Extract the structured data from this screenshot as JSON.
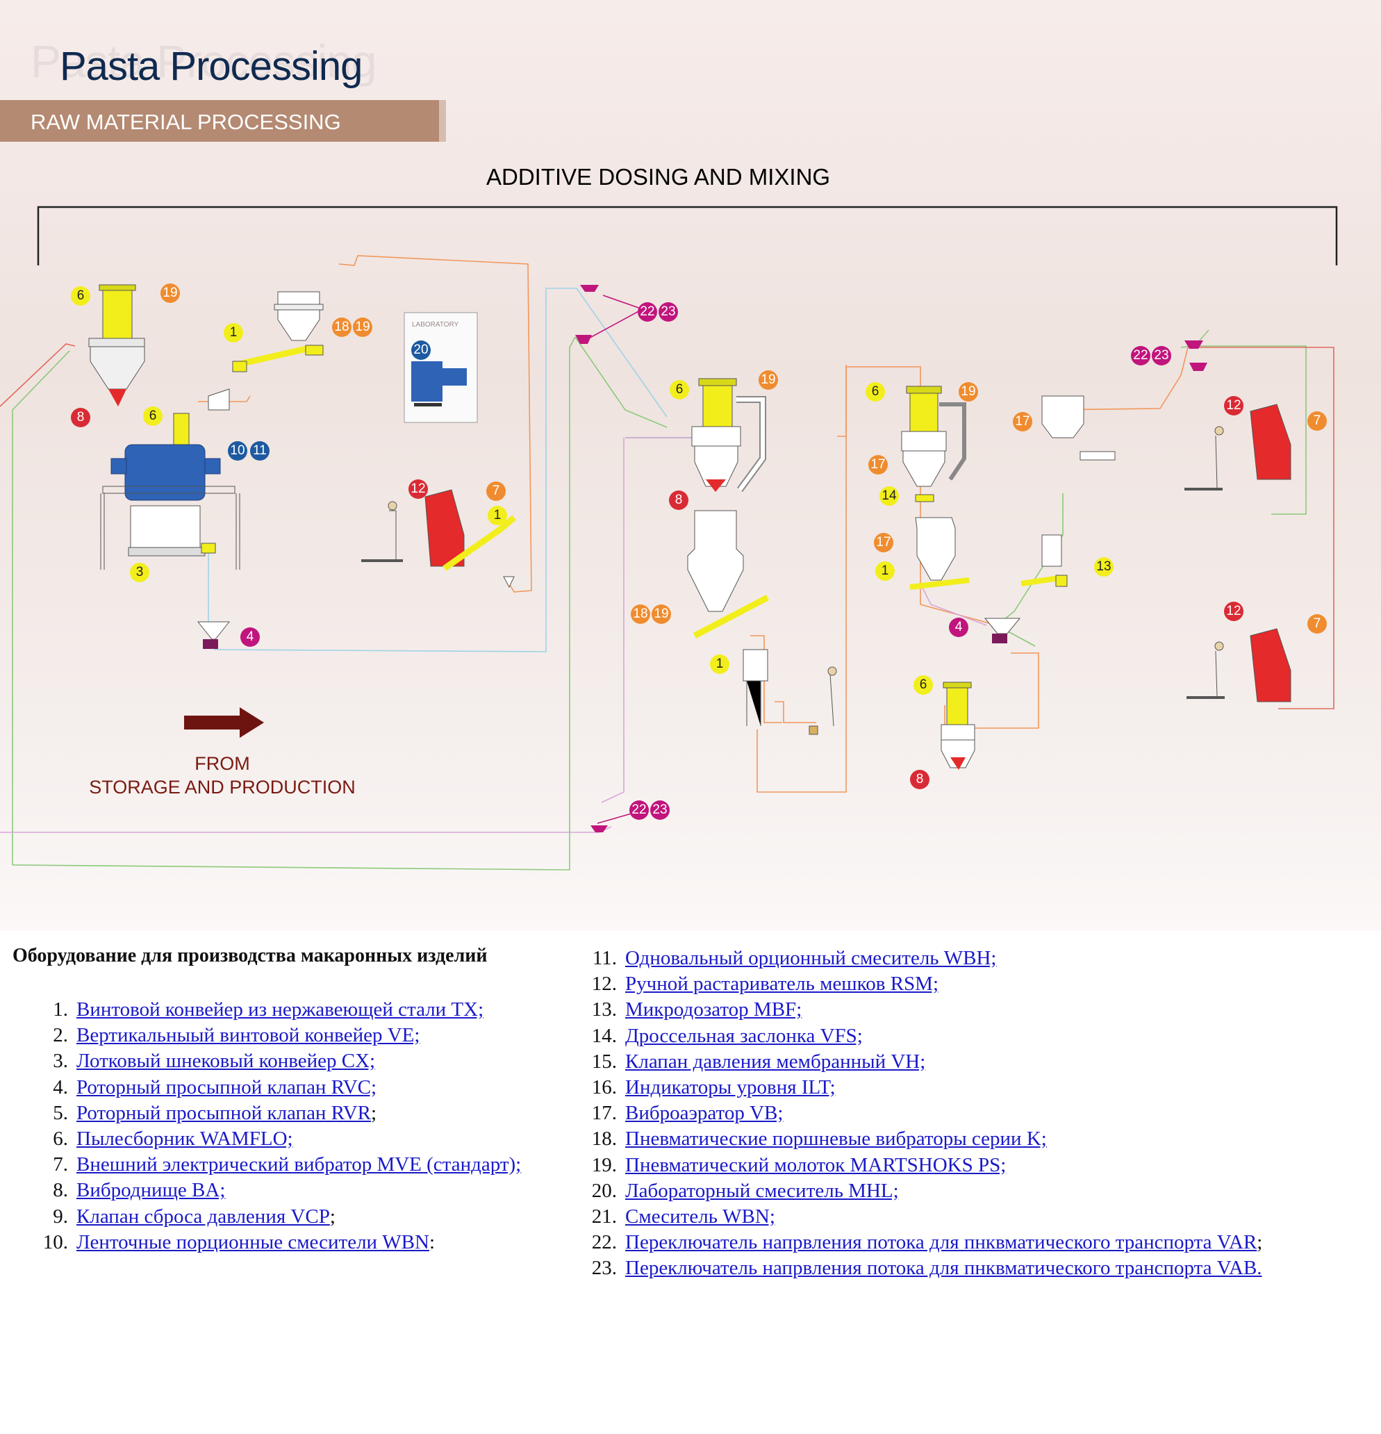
{
  "header": {
    "title": "Pasta Processing",
    "title_ghost": "Pasta Processing",
    "banner": "RAW MATERIAL PROCESSING",
    "section": "ADDITIVE DOSING AND MIXING"
  },
  "diagram": {
    "from_label": "FROM\nSTORAGE AND PRODUCTION",
    "lab_label": "LABORATORY",
    "badges": [
      "6",
      "19",
      "1",
      "18",
      "19",
      "8",
      "6",
      "10",
      "11",
      "3",
      "4",
      "20",
      "12",
      "7",
      "1",
      "22",
      "23",
      "6",
      "19",
      "8",
      "18",
      "19",
      "1",
      "6",
      "19",
      "17",
      "14",
      "17",
      "1",
      "22",
      "23",
      "17",
      "12",
      "7",
      "13",
      "4",
      "12",
      "7",
      "6",
      "8",
      "22",
      "23"
    ]
  },
  "colors": {
    "yellow": "#f2ee1b",
    "orange": "#ef8c2f",
    "red": "#d92b35",
    "blue": "#1d5aa0",
    "magenta": "#c0157c",
    "banner": "#b48a72",
    "link": "#1a1ac8"
  },
  "legend": {
    "title": "Оборудование для производства макаронных изделий",
    "items": [
      {
        "num": "1.",
        "text": "Винтовой конвейер из нержавеющей стали TX;",
        "after": ""
      },
      {
        "num": "2.",
        "text": "Вертикальныый винтовой конвейер VE;",
        "after": ""
      },
      {
        "num": "3.",
        "text": "Лотковый шнековый конвейер CX;",
        "after": ""
      },
      {
        "num": "4.",
        "text": "Роторный просыпной клапан RVC;",
        "after": ""
      },
      {
        "num": "5.",
        "text": "Роторный просыпной клапан RVR",
        "after": ";"
      },
      {
        "num": "6.",
        "text": "Пылесборник WAMFLO;",
        "after": ""
      },
      {
        "num": "7.",
        "text": "Внешний электрический вибратор MVE (стандарт);",
        "after": ""
      },
      {
        "num": "8.",
        "text": "Виброднище BA;",
        "after": ""
      },
      {
        "num": "9.",
        "text": "Клапан сброса давления VCP",
        "after": ";"
      },
      {
        "num": "10.",
        "text": "Ленточные порционные смесители WBN",
        "after": ":"
      },
      {
        "num": "11.",
        "text": "Одновальный орционный смеситель WBH;",
        "after": ""
      },
      {
        "num": "12.",
        "text": "Ручной растариватель мешков RSM;",
        "after": ""
      },
      {
        "num": "13.",
        "text": "Микродозатор MBF;",
        "after": ""
      },
      {
        "num": "14.",
        "text": "Дроссельная заслонка VFS;",
        "after": ""
      },
      {
        "num": "15.",
        "text": "Клапан давления мембранный VH;",
        "after": ""
      },
      {
        "num": "16.",
        "text": "Индикаторы уровня ILT;",
        "after": ""
      },
      {
        "num": "17.",
        "text": "Виброаэратор VB;",
        "after": ""
      },
      {
        "num": "18.",
        "text": "Пневматические поршневые вибраторы серии K;",
        "after": ""
      },
      {
        "num": "19.",
        "text": "Пневматический молоток MARTSHOKS PS;",
        "after": ""
      },
      {
        "num": "20.",
        "text": "Лабораторный смеситель MHL;",
        "after": ""
      },
      {
        "num": "21.",
        "text": "Смеситель WBN;",
        "after": ""
      },
      {
        "num": "22.",
        "text": "Переключатель напрвления потока для пнквматического транспорта VAR",
        "after": ";"
      },
      {
        "num": "23.",
        "text": "Переключатель напрвления потока для пнквматического транспорта VAB.",
        "after": ""
      }
    ]
  }
}
